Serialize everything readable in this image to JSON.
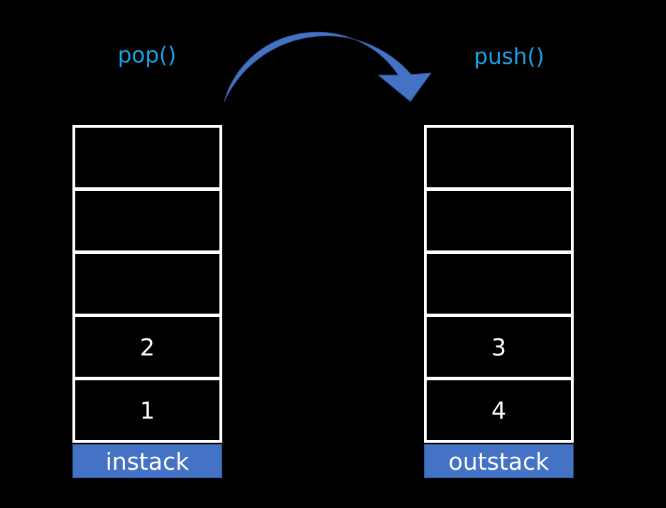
{
  "operations": {
    "left": "pop()",
    "right": "push()"
  },
  "instack": {
    "name": "instack",
    "cells": [
      "",
      "",
      "",
      "2",
      "1"
    ]
  },
  "outstack": {
    "name": "outstack",
    "cells": [
      "",
      "",
      "",
      "3",
      "4"
    ]
  },
  "colors": {
    "background": "#000000",
    "operation_text": "#1ba1e2",
    "arrow": "#4472c4",
    "stack_border": "#ffffff",
    "label_fill": "#4472c4"
  },
  "icons": {
    "transfer": "curved-arrow-right"
  }
}
